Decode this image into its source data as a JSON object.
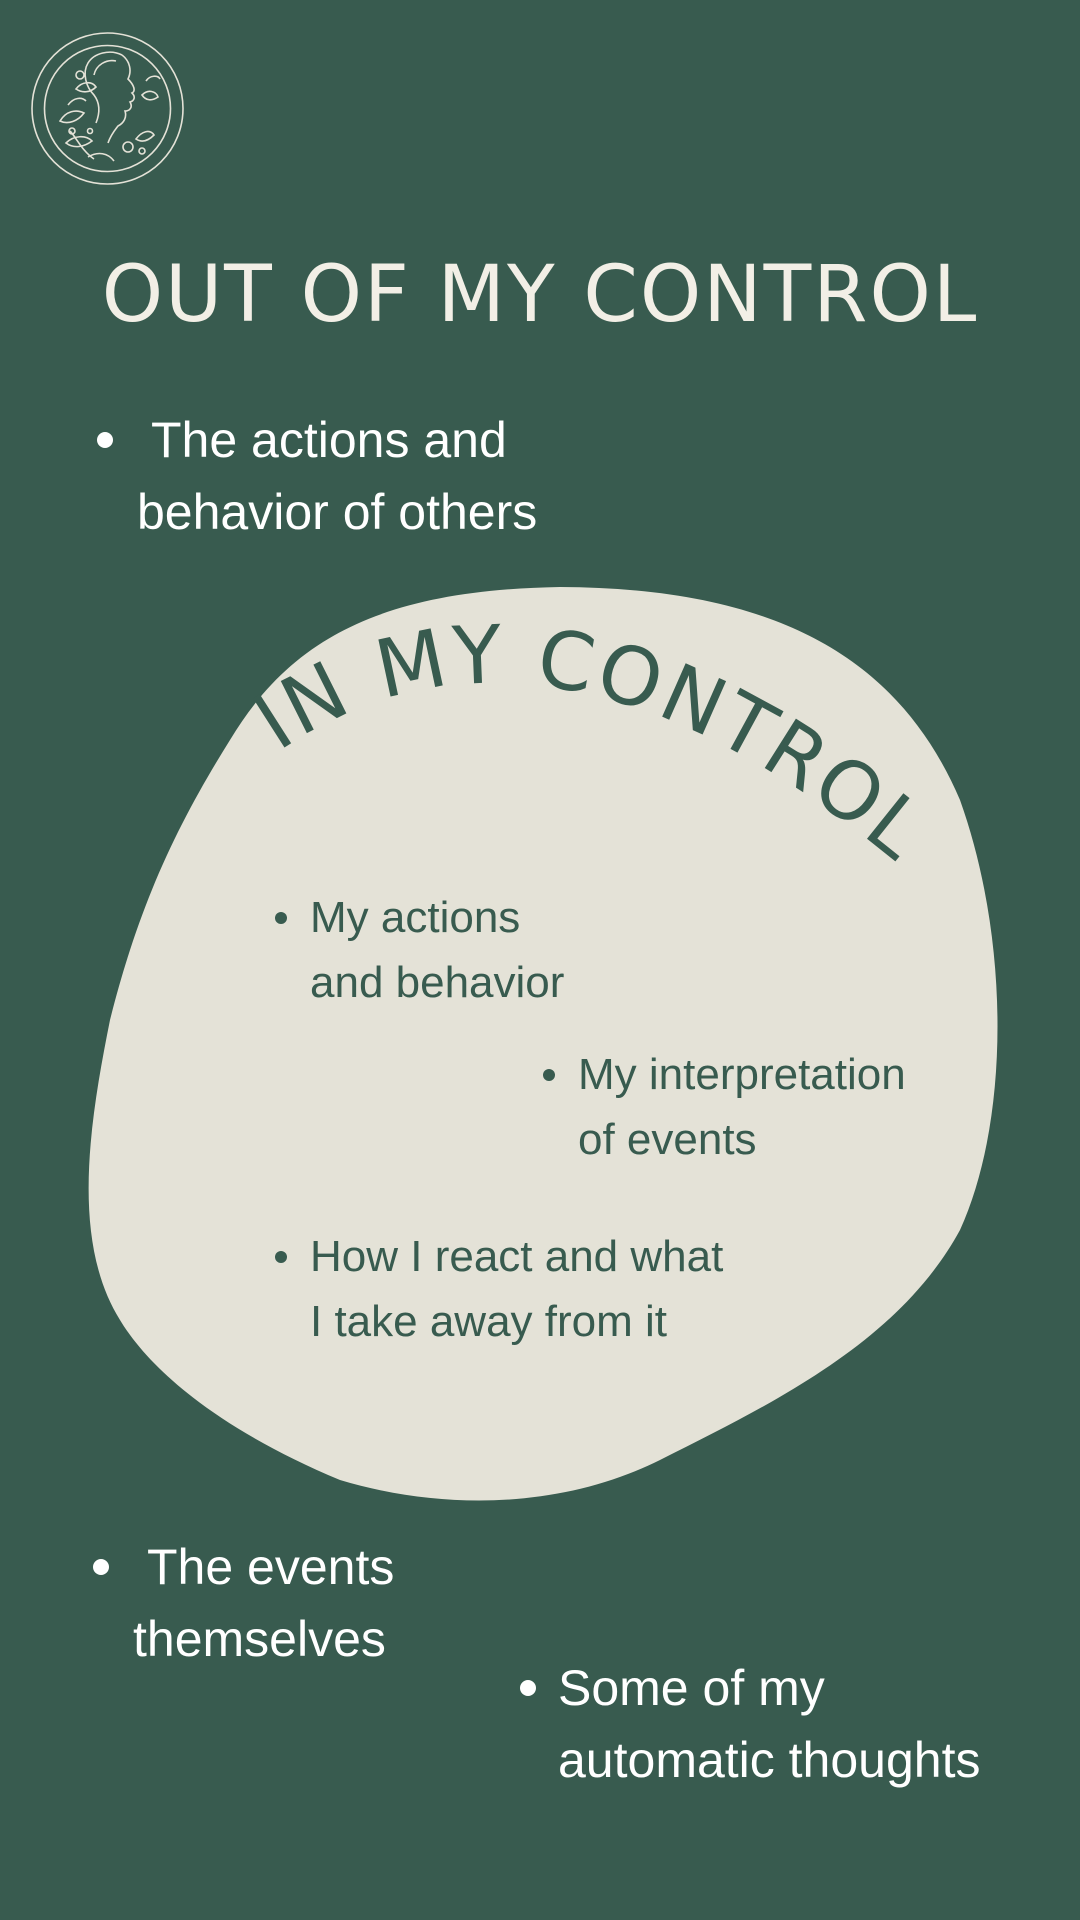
{
  "colors": {
    "background": "#385b4f",
    "blob": "#e4e2d7",
    "outer_text": "#ffffff",
    "inner_text": "#385b4f"
  },
  "logo": {
    "icon": "woman-profile-leaves-emblem-icon"
  },
  "outer": {
    "title": "OUT OF MY CONTROL",
    "items": [
      {
        "line1": "The actions and",
        "line2": "behavior of others"
      },
      {
        "line1": "The events",
        "line2": "themselves"
      },
      {
        "line1": "Some of my",
        "line2": "automatic thoughts"
      }
    ]
  },
  "inner": {
    "title": "IN MY CONTROL",
    "items": [
      {
        "line1": "My actions",
        "line2": "and behavior"
      },
      {
        "line1": "My interpretation",
        "line2": "of events"
      },
      {
        "line1": "How I react and what",
        "line2": "I take away from it"
      }
    ]
  }
}
